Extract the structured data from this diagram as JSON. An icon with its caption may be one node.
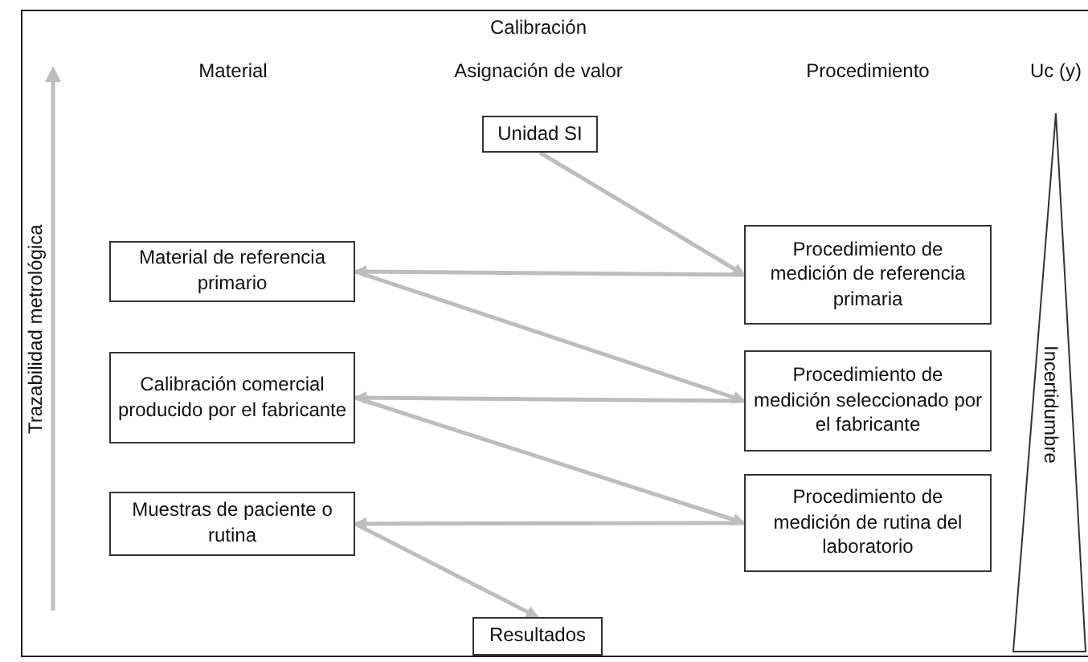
{
  "diagram": {
    "title": "Calibración",
    "nodes": [
      {
        "text": [
          "Unidad SI"
        ]
      },
      {
        "text": [
          "Material de referencia primario"
        ]
      },
      {
        "text": [
          "Calibración comercial producido por el fabricante"
        ]
      },
      {
        "text": [
          "Muestras de paciente o rutina"
        ]
      },
      {
        "text": [
          "Resultados"
        ]
      },
      {
        "text": [
          "Procedimiento de medición de referencia primaria"
        ]
      },
      {
        "text": [
          "Procedimiento de medición seleccionado por el fabricante"
        ]
      },
      {
        "text": [
          "Procedimiento de medición de rutina del laboratorio"
        ]
      },
      {
        "text": [
          "Incertidumbre"
        ]
      }
    ],
    "edges": [
      {
        "from": 0,
        "to": 5,
        "arrow": "to"
      },
      {
        "from": 5,
        "to": 1,
        "arrow": "to"
      },
      {
        "from": 1,
        "to": 6,
        "arrow": "to"
      },
      {
        "from": 6,
        "to": 2,
        "arrow": "to"
      },
      {
        "from": 2,
        "to": 7,
        "arrow": "to"
      },
      {
        "from": 7,
        "to": 3,
        "arrow": "to"
      },
      {
        "from": 3,
        "to": 4,
        "arrow": "to"
      }
    ],
    "labels": [
      "Material",
      "Asignación de valor",
      "Procedimiento",
      "Uc (y)",
      "Trazabilidad metrológica"
    ]
  }
}
